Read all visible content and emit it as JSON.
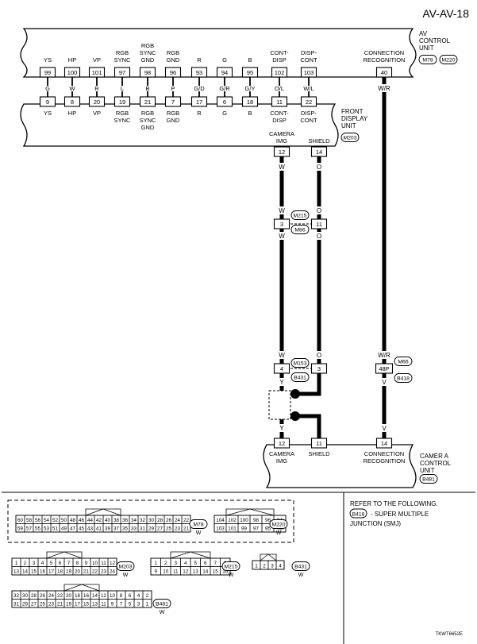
{
  "page": {
    "header": "AV-AV-18",
    "footer_code": "TKWT6652E"
  },
  "av_unit": {
    "name_lines": [
      "AV",
      "CONTROL",
      "UNIT"
    ],
    "tags": [
      "M78",
      "M220"
    ],
    "pins": [
      {
        "lines": [
          "YS"
        ],
        "num": "99",
        "color": "G"
      },
      {
        "lines": [
          "HP"
        ],
        "num": "100",
        "color": "W"
      },
      {
        "lines": [
          "VP"
        ],
        "num": "101",
        "color": "R"
      },
      {
        "lines": [
          "RGB",
          "SYNC"
        ],
        "num": "97",
        "color": "L"
      },
      {
        "lines": [
          "RGB",
          "SYNC",
          "GND"
        ],
        "num": "98",
        "color": "B"
      },
      {
        "lines": [
          "RGB",
          "GND"
        ],
        "num": "96",
        "color": "P"
      },
      {
        "lines": [
          "R"
        ],
        "num": "93",
        "color": "G/D"
      },
      {
        "lines": [
          "G"
        ],
        "num": "94",
        "color": "G/R"
      },
      {
        "lines": [
          "B"
        ],
        "num": "95",
        "color": "G/Y"
      },
      {
        "lines": [
          "CONT-",
          "DISP"
        ],
        "num": "102",
        "color": "O/L"
      },
      {
        "lines": [
          "DISP-",
          "CONT"
        ],
        "num": "103",
        "color": "W/L"
      }
    ],
    "recog": {
      "lines": [
        "CONNECTION",
        "RECOGNITION"
      ],
      "num": "40",
      "color": "W/R"
    }
  },
  "display_unit": {
    "name_lines": [
      "FRONT",
      "DISPLAY",
      "UNIT"
    ],
    "tag": "M203",
    "pins": [
      {
        "lines": [
          "YS"
        ],
        "num": "9"
      },
      {
        "lines": [
          "HP"
        ],
        "num": "8"
      },
      {
        "lines": [
          "VP"
        ],
        "num": "20"
      },
      {
        "lines": [
          "RGB",
          "SYNC"
        ],
        "num": "19"
      },
      {
        "lines": [
          "RGB",
          "SYNC",
          "GND"
        ],
        "num": "21"
      },
      {
        "lines": [
          "RGB",
          "GND"
        ],
        "num": "7"
      },
      {
        "lines": [
          "R"
        ],
        "num": "17"
      },
      {
        "lines": [
          "G"
        ],
        "num": "6"
      },
      {
        "lines": [
          "B"
        ],
        "num": "18"
      },
      {
        "lines": [
          "CONT-",
          "DISP"
        ],
        "num": "11"
      },
      {
        "lines": [
          "DISP-",
          "CONT"
        ],
        "num": "22"
      }
    ],
    "camera_pin": {
      "lines": [
        "CAMERA",
        "IMG"
      ],
      "num": "12",
      "color": "W"
    },
    "shield_pin": {
      "lines": [
        "SHIELD"
      ],
      "num": "14",
      "color": "O"
    }
  },
  "joint1": {
    "tags": [
      "M215",
      "M86"
    ],
    "left_num": "3",
    "right_num": "11",
    "left_color": "W",
    "right_color": "O"
  },
  "joint2": {
    "tags": [
      "M153",
      "B431"
    ],
    "left_num": "4",
    "right_num": "3",
    "left_top_color": "W",
    "right_top_color": "O",
    "left_bottom_color": "Y"
  },
  "joint3": {
    "tags": [
      "M66",
      "B418"
    ],
    "num": "48P",
    "top_color": "W/R",
    "bottom_color": "V"
  },
  "camera_unit": {
    "name_lines": [
      "CAMER A",
      "CONTROL",
      "UNIT"
    ],
    "tag": "B481",
    "pins": [
      {
        "lines": [
          "CAMERA",
          "IMG"
        ],
        "num": "12",
        "color": "Y"
      },
      {
        "lines": [
          "SHIELD"
        ],
        "num": "11",
        "color": ""
      },
      {
        "lines": [
          "CONNECTION",
          "RECOGNITION"
        ],
        "num": "14",
        "color": "V"
      }
    ]
  },
  "connectors": {
    "m78": {
      "tag": "M78",
      "color": "W",
      "top": [
        "60",
        "58",
        "56",
        "54",
        "52",
        "50",
        "48",
        "46",
        "44",
        "42",
        "40",
        "38",
        "36",
        "34",
        "32",
        "30",
        "28",
        "26",
        "24",
        "22"
      ],
      "bottom": [
        "59",
        "57",
        "55",
        "53",
        "51",
        "49",
        "47",
        "45",
        "43",
        "41",
        "39",
        "37",
        "35",
        "33",
        "31",
        "29",
        "27",
        "25",
        "23",
        "21"
      ]
    },
    "m220": {
      "tag": "M220",
      "color": "W",
      "top": [
        "104",
        "102",
        "100",
        "98",
        "96",
        "94"
      ],
      "bottom": [
        "103",
        "101",
        "99",
        "97",
        "95",
        "93"
      ]
    },
    "m203": {
      "tag": "M203",
      "color": "W",
      "top": [
        "1",
        "2",
        "3",
        "4",
        "5",
        "6",
        "7",
        "8",
        "9",
        "10",
        "11",
        "12"
      ],
      "bottom": [
        "13",
        "14",
        "15",
        "16",
        "17",
        "18",
        "19",
        "20",
        "21",
        "22",
        "23",
        "24"
      ]
    },
    "m215": {
      "tag": "M215",
      "color": "W",
      "top": [
        "1",
        "2",
        "3",
        "4",
        "5",
        "6",
        "7",
        "8"
      ],
      "bottom": [
        "9",
        "10",
        "11",
        "12",
        "13",
        "14",
        "15",
        "16"
      ]
    },
    "b431": {
      "tag": "B431",
      "color": "W",
      "top": [
        "1",
        "2",
        "3",
        "4"
      ]
    },
    "b481": {
      "tag": "B481",
      "color": "W",
      "top": [
        "32",
        "30",
        "28",
        "26",
        "24",
        "22",
        "20",
        "18",
        "16",
        "14",
        "12",
        "10",
        "8",
        "6",
        "4",
        "2"
      ],
      "bottom": [
        "31",
        "29",
        "27",
        "25",
        "23",
        "21",
        "19",
        "17",
        "15",
        "13",
        "11",
        "9",
        "7",
        "5",
        "3",
        "1"
      ]
    }
  },
  "refer": {
    "line1": "REFER TO THE FOLLOWING.",
    "tag": "B418",
    "line2": "- SUPER MULTIPLE",
    "line3": "JUNCTION (SMJ)"
  }
}
